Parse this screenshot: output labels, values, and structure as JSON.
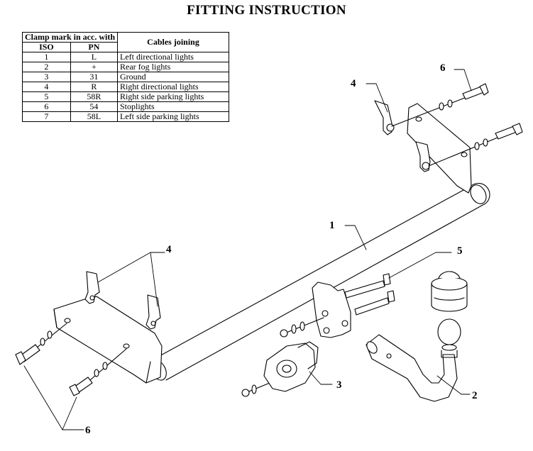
{
  "title": "FITTING INSTRUCTION",
  "table": {
    "header_clamp": "Clamp mark in acc. with",
    "header_cables": "Cables joining",
    "sub_iso": "ISO",
    "sub_pn": "PN",
    "rows": [
      {
        "iso": "1",
        "pn": "L",
        "desc": "Left directional lights"
      },
      {
        "iso": "2",
        "pn": "+",
        "desc": "Rear fog lights"
      },
      {
        "iso": "3",
        "pn": "31",
        "desc": "Ground"
      },
      {
        "iso": "4",
        "pn": "R",
        "desc": "Right directional lights"
      },
      {
        "iso": "5",
        "pn": "58R",
        "desc": "Right side parking lights"
      },
      {
        "iso": "6",
        "pn": "54",
        "desc": "Stoplights"
      },
      {
        "iso": "7",
        "pn": "58L",
        "desc": "Left side parking lights"
      }
    ]
  },
  "callouts": {
    "part1": "1",
    "part2": "2",
    "part3": "3",
    "part4_top": "4",
    "part4_left": "4",
    "part5": "5",
    "part6_top": "6",
    "part6_bottom": "6"
  }
}
